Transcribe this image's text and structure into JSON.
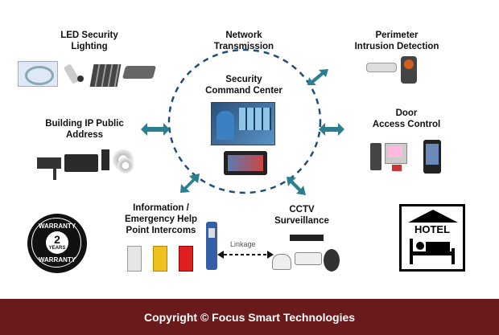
{
  "nodes": {
    "led_lighting": "LED Security\nLighting",
    "network": "Network\nTransmission",
    "perimeter": "Perimeter\nIntrusion Detection",
    "command_center": "Security\nCommand Center",
    "public_address": "Building IP Public\nAddress",
    "door_access": "Door\nAccess Control",
    "intercoms": "Information /\nEmergency Help\nPoint Intercoms",
    "cctv": "CCTV\nSurveillance"
  },
  "linkage": "Linkage",
  "warranty": {
    "top": "WARRANTY",
    "number": "2",
    "unit": "YEARS",
    "bottom": "WARRANTY"
  },
  "hotel": "HOTEL",
  "footer": "Copyright © Focus Smart Technologies",
  "colors": {
    "arrow": "#2b7f8f",
    "ring": "#1f4e79",
    "footer_bg": "#6a1a1a"
  }
}
